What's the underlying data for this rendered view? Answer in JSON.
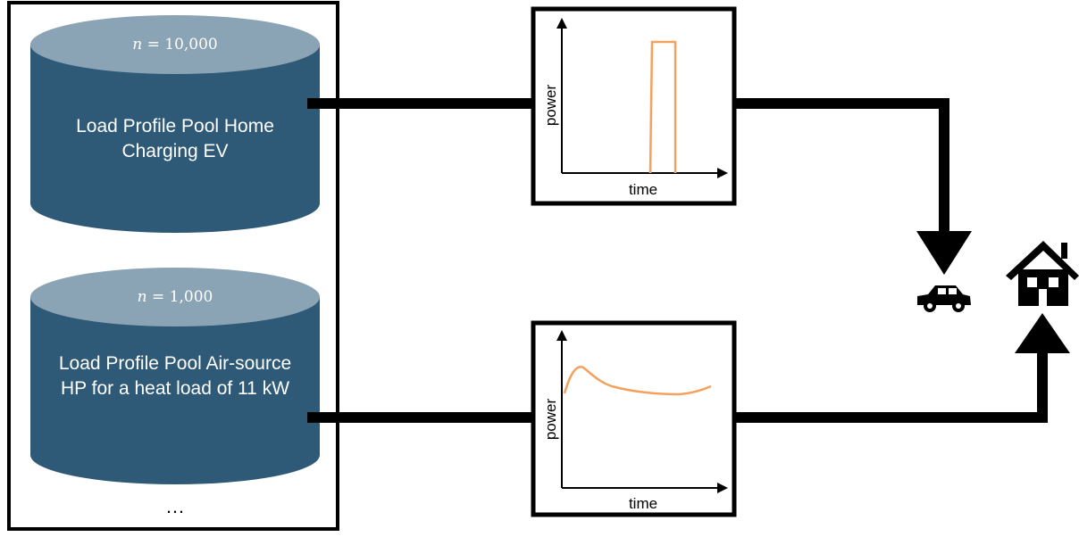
{
  "pools": [
    {
      "n_label": "n",
      "n_value": "= 10,000",
      "title": "Load Profile Pool Home Charging EV"
    },
    {
      "n_label": "n",
      "n_value": "= 1,000",
      "title": "Load Profile Pool Air-source HP for a heat load of 11 kW"
    }
  ],
  "more": "…",
  "charts": [
    {
      "ylabel": "power",
      "xlabel": "time",
      "curve": "rectangular-pulse"
    },
    {
      "ylabel": "power",
      "xlabel": "time",
      "curve": "smooth-peak-then-flat"
    }
  ],
  "icons": [
    "car-icon",
    "house-icon"
  ],
  "colors": {
    "cylinder_body": "#2e5a77",
    "cylinder_top": "#8aa3b5",
    "curve": "#f4a15d",
    "lines": "#000000"
  }
}
